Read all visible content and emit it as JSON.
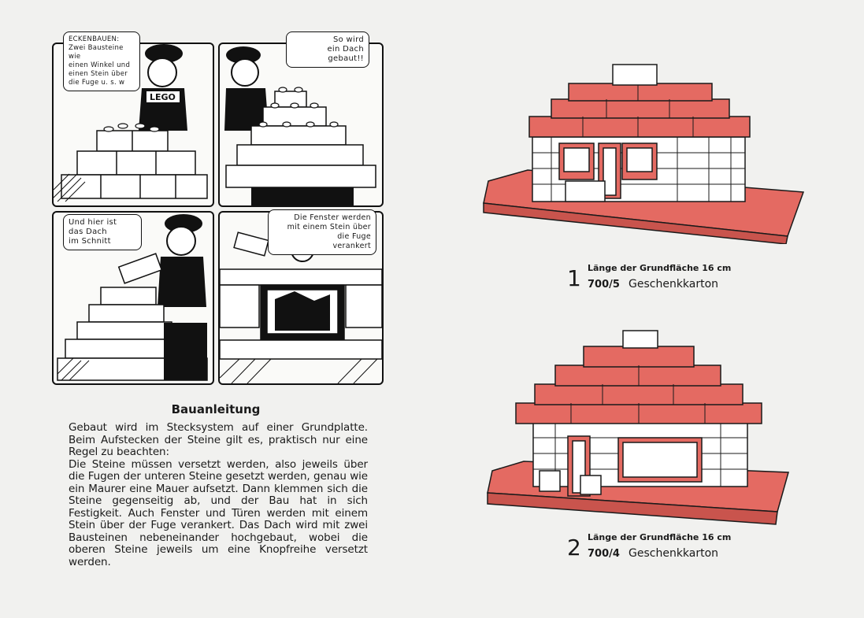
{
  "comic": {
    "panel1_bubble": "ECKENBAUEN:\nZwei Bausteine wie\neinen Winkel und\neinen Stein über\ndie Fuge u. s. w",
    "panel2_bubble": "So wird\nein Dach\ngebaut!!",
    "panel3_bubble": "Und hier ist\ndas Dach\nim Schnitt",
    "panel4_bubble": "Die Fenster werden\nmit einem Stein über\ndie Fuge\nverankert"
  },
  "instructions": {
    "title": "Bauanleitung",
    "paragraph1": "Gebaut wird im Stecksystem auf einer Grundplatte. Beim Aufstecken der Steine gilt es, praktisch nur eine Regel zu beachten:",
    "paragraph2": "Die Steine müssen versetzt werden, also jeweils über die Fugen der unteren Steine gesetzt werden, genau wie ein Maurer eine Mauer aufsetzt. Dann klemmen sich die Steine gegenseitig ab, und der Bau hat in sich Festigkeit. Auch Fenster und Türen werden mit einem Stein über der Fuge verankert. Das Dach wird mit zwei Bausteinen nebeneinander hochgebaut, wobei die oberen Steine jeweils um eine Knopfreihe versetzt werden."
  },
  "models": [
    {
      "number": "1",
      "size_label": "Länge der Grundfläche 16 cm",
      "article": "700/5",
      "name": "Geschenkkarton"
    },
    {
      "number": "2",
      "size_label": "Länge der Grundfläche 16 cm",
      "article": "700/4",
      "name": "Geschenkkarton"
    }
  ],
  "colors": {
    "brick_red": "#e46a62",
    "outline": "#1a1a1a",
    "white_brick": "#ffffff",
    "page": "#f1f1ef"
  }
}
